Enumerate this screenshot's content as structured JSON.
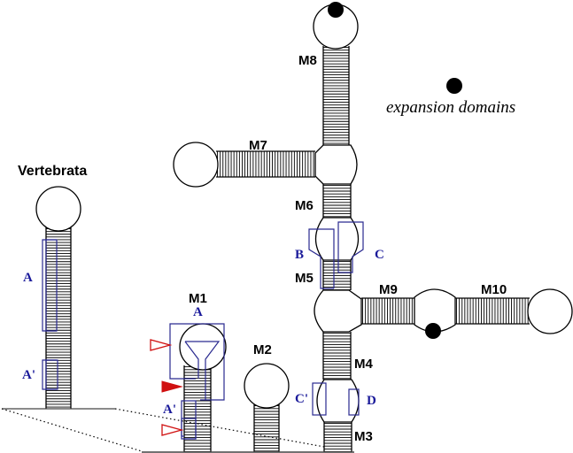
{
  "diagram": {
    "title": "Vertebrata",
    "legend": {
      "marker": "filled-circle",
      "label": "expansion domains"
    },
    "helices": {
      "m1": "M1",
      "m2": "M2",
      "m3": "M3",
      "m4": "M4",
      "m5": "M5",
      "m6": "M6",
      "m7": "M7",
      "m8": "M8",
      "m9": "M9",
      "m10": "M10"
    },
    "regions": {
      "vert_a": "A",
      "vert_a_prime": "A'",
      "m1_a": "A",
      "m1_a_prime": "A'",
      "b": "B",
      "c": "C",
      "c_prime": "C'",
      "d": "D"
    },
    "colors": {
      "region_box": "#2a2a90",
      "region_label": "#1a1a9a",
      "arrow": "#d01010",
      "structure": "#000000"
    },
    "arrows": [
      {
        "style": "open",
        "target": "M1 loop"
      },
      {
        "style": "filled",
        "target": "M1 stem"
      },
      {
        "style": "open",
        "target": "M1 stem base"
      }
    ]
  }
}
